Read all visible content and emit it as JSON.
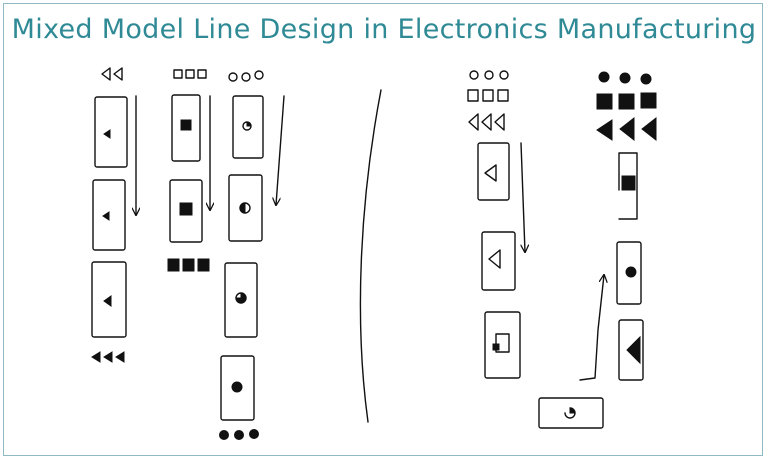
{
  "title": "Mixed Model Line Design in Electronics Manufacturing",
  "colors": {
    "title": "#2f8a96",
    "frame": "#8fb9c4",
    "ink": "#111111"
  },
  "left_scheme": {
    "lines": [
      {
        "part_shape": "triangle",
        "stations": 3,
        "output": "triangles"
      },
      {
        "part_shape": "square",
        "stations": 2,
        "output": "squares"
      },
      {
        "part_shape": "circle",
        "stations": 4,
        "output": "circles"
      }
    ]
  },
  "right_scheme": {
    "mixed_line": {
      "stations": 3,
      "inputs": [
        "circles",
        "squares",
        "triangles"
      ]
    },
    "returned_line": {
      "stations": 4,
      "outputs": [
        "circles",
        "squares",
        "triangles"
      ]
    }
  }
}
